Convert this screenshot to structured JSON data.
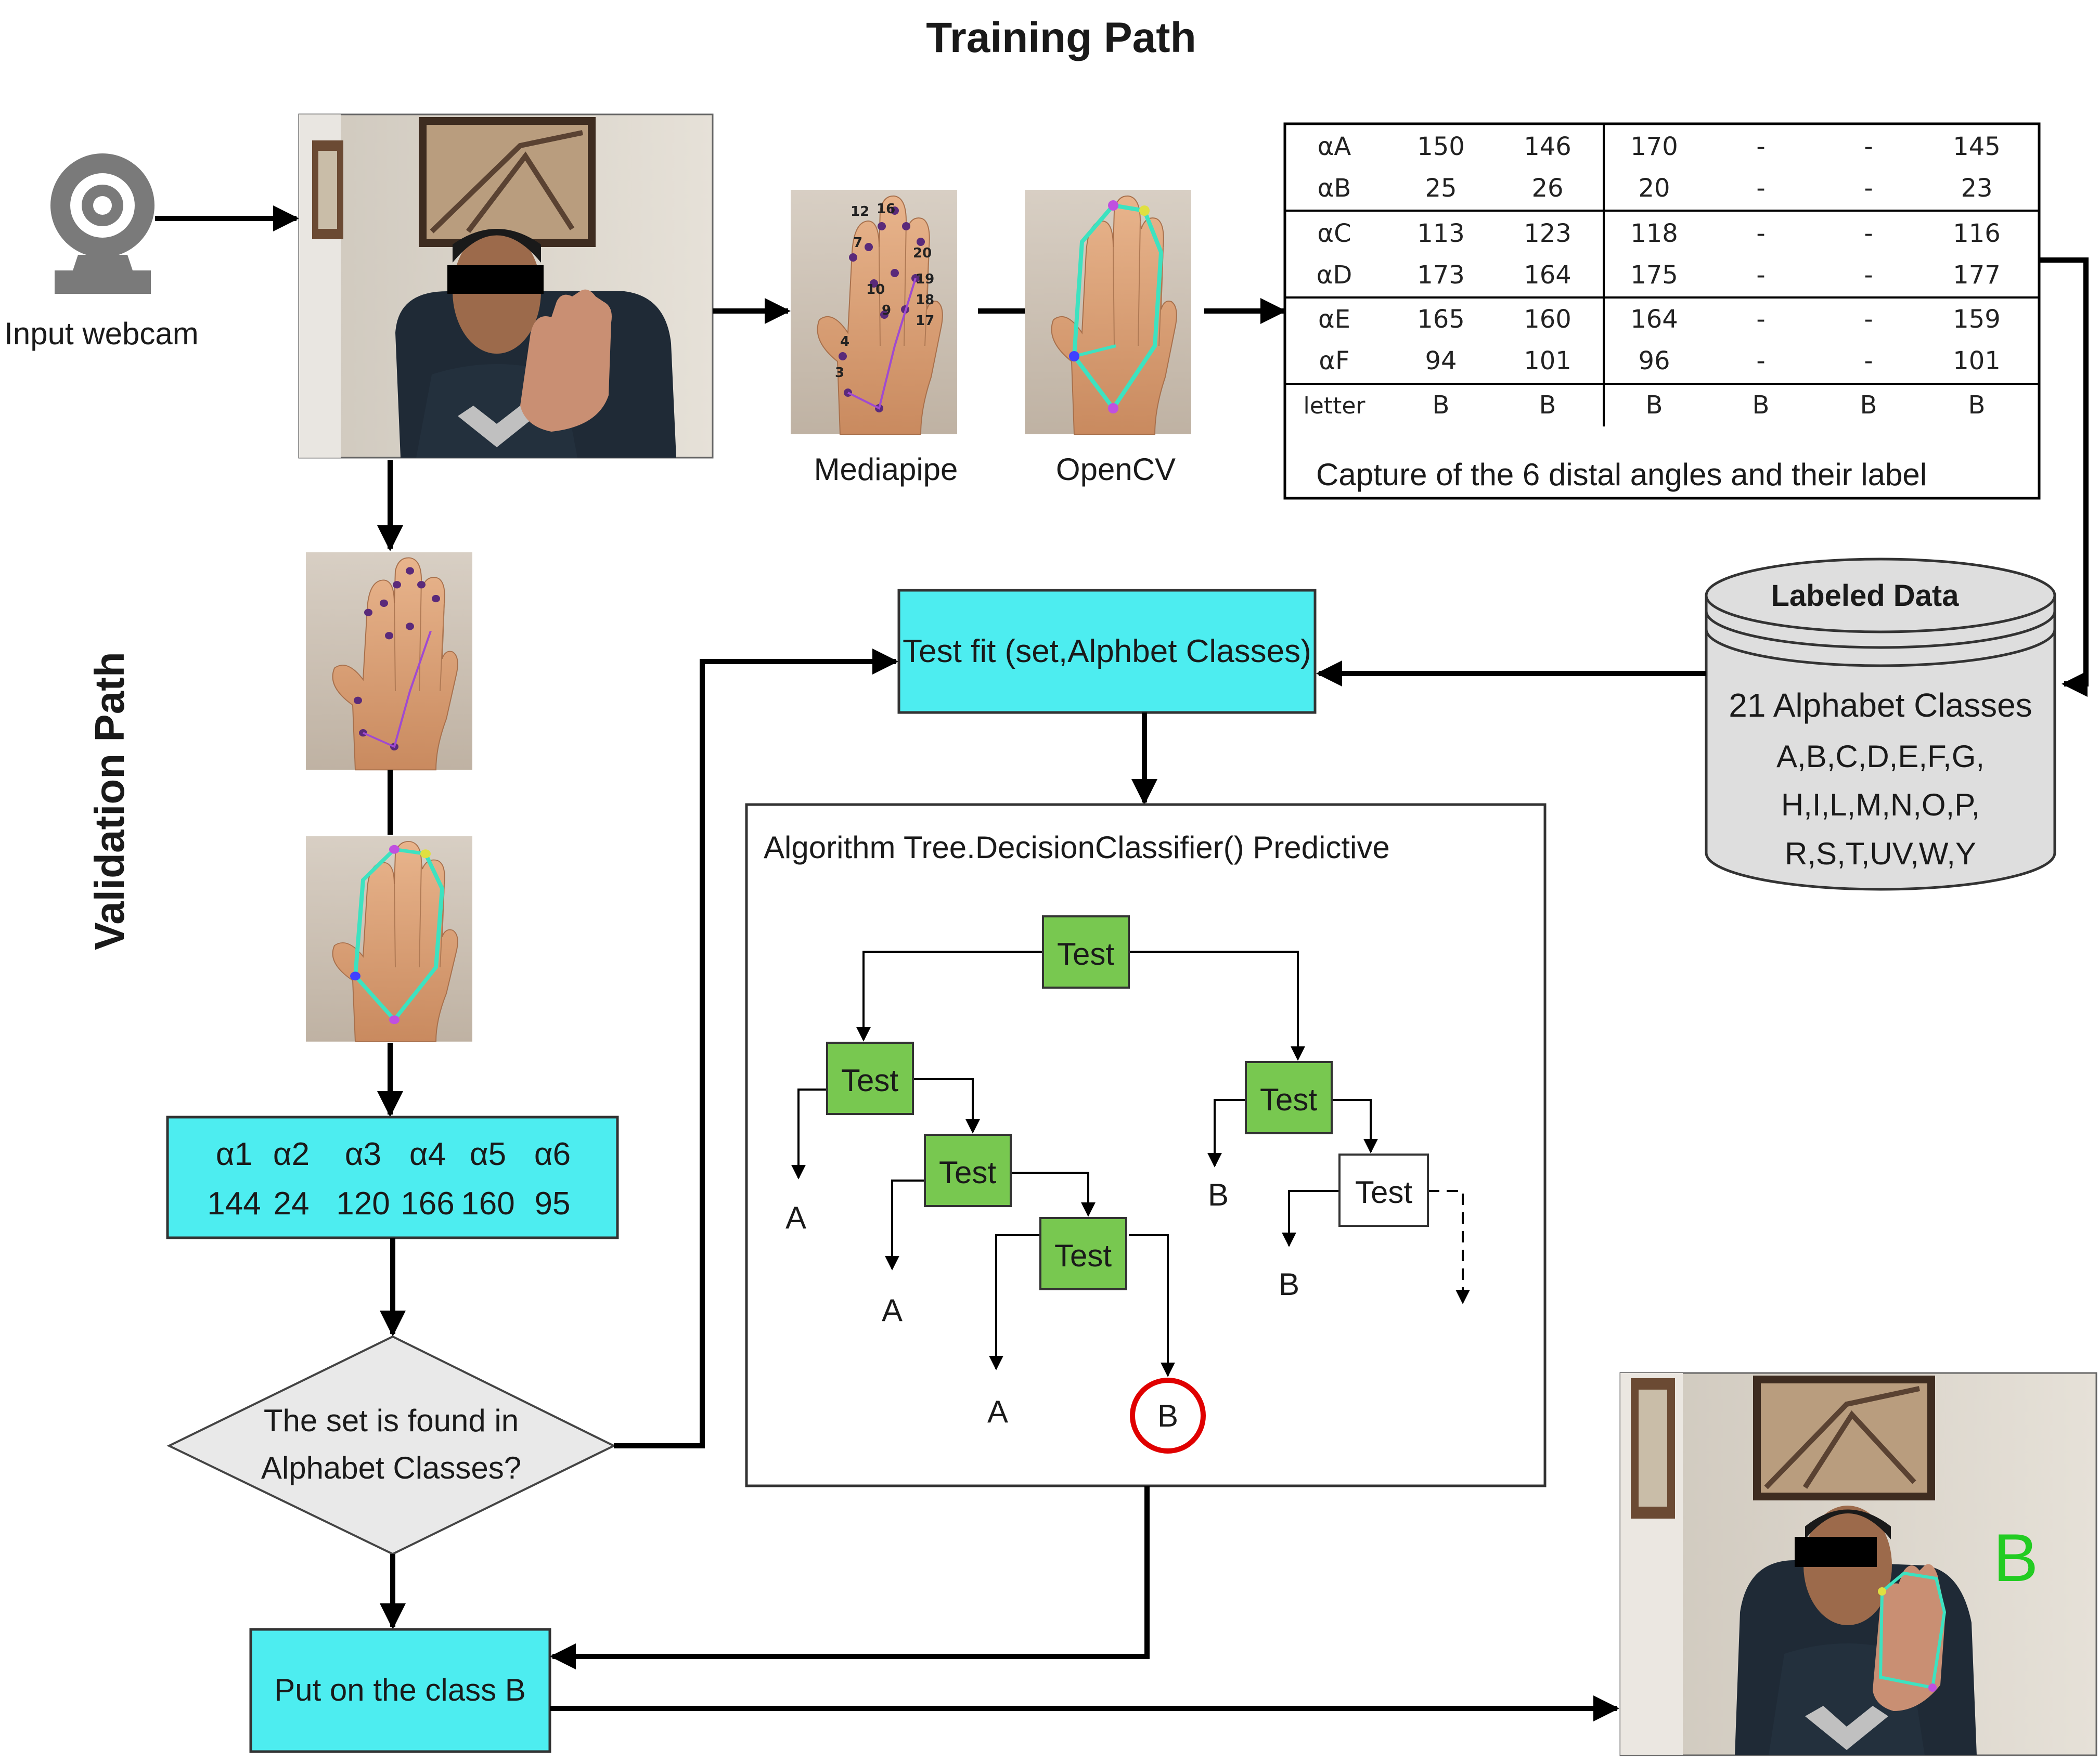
{
  "titles": {
    "training": "Training Path",
    "validation": "Validation Path"
  },
  "webcam": {
    "label": "Input webcam",
    "icon": "webcam-icon"
  },
  "thumb_labels": {
    "mediapipe": "Mediapipe",
    "opencv": "OpenCV"
  },
  "angle_table": {
    "rows": [
      [
        "αA",
        "150",
        "146",
        "170",
        "-",
        "-",
        "145"
      ],
      [
        "αB",
        "25",
        "26",
        "20",
        "-",
        "-",
        "23"
      ],
      [
        "αC",
        "113",
        "123",
        "118",
        "-",
        "-",
        "116"
      ],
      [
        "αD",
        "173",
        "164",
        "175",
        "-",
        "-",
        "177"
      ],
      [
        "αE",
        "165",
        "160",
        "164",
        "-",
        "-",
        "159"
      ],
      [
        "αF",
        "94",
        "101",
        "96",
        "-",
        "-",
        "101"
      ],
      [
        "letter",
        "B",
        "B",
        "B",
        "B",
        "B",
        "B"
      ]
    ],
    "caption": "Capture of the 6 distal angles and their label"
  },
  "database": {
    "title": "Labeled Data",
    "lines": [
      "21 Alphabet Classes",
      "A,B,C,D,E,F,G,",
      "H,I,L,M,N,O,P,",
      "R,S,T,UV,W,Y"
    ]
  },
  "test_fit": {
    "label": "Test fit (set,Alphbet Classes)"
  },
  "algorithm": {
    "title": "Algorithm  Tree.DecisionClassifier() Predictive",
    "node_label": "Test",
    "leaves": {
      "a1": "A",
      "a2": "A",
      "a3": "A",
      "b_right": "B",
      "b_lower": "B",
      "b_result": "B"
    }
  },
  "angles_box": {
    "headers": [
      "α1",
      "α2",
      "α3",
      "α4",
      "α5",
      "α6"
    ],
    "values": [
      "144",
      "24",
      "120",
      "166",
      "160",
      "95"
    ]
  },
  "decision": {
    "line1": "The set is found in",
    "line2": "Alphabet Classes?"
  },
  "result_box": {
    "label": "Put on the class B"
  },
  "output_letter": "B",
  "colors": {
    "cyan": "#4dedf0",
    "green": "#78c850",
    "decision_fill": "#e9e9e9",
    "db_fill": "#dedede",
    "highlight": "#e00000",
    "output_letter": "#22cc22"
  }
}
